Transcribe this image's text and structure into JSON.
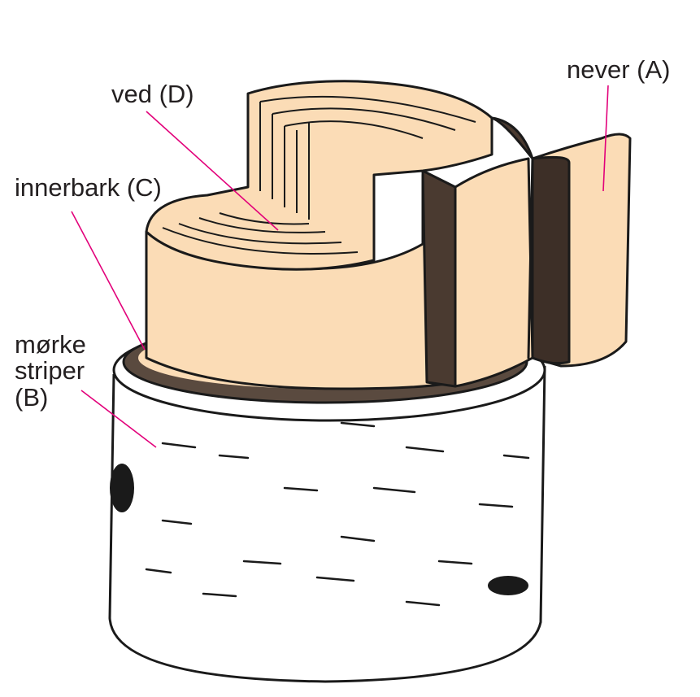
{
  "labels": {
    "bark": "never (A)",
    "wood": "ved (D)",
    "inner_bark": "innerbark (C)",
    "dark_stripes_line1": "mørke",
    "dark_stripes_line2": "striper",
    "dark_stripes_line3": "(B)"
  },
  "colors": {
    "wood": "#fbdcb6",
    "bark_white": "#ffffff",
    "ink": "#1a1a1a",
    "leader": "#e2007a"
  }
}
